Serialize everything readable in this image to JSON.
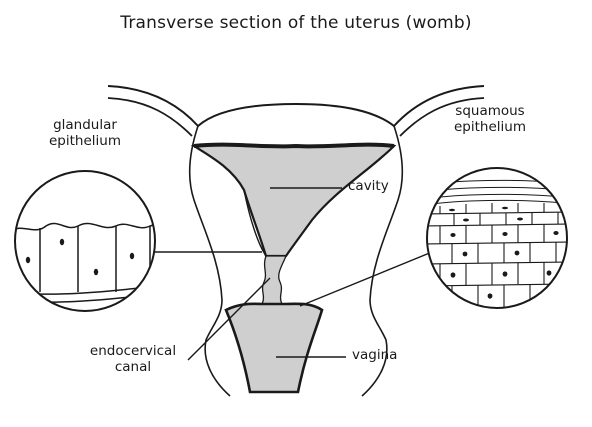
{
  "title": "Transverse section of the uterus (womb)",
  "labels": {
    "glandular_epithelium": [
      "glandular",
      "epithelium"
    ],
    "squamous_epithelium": [
      "squamous",
      "epithelium"
    ],
    "cavity": "cavity",
    "endocervical_canal": [
      "endocervical",
      "canal"
    ],
    "vagina": "vagina"
  },
  "colors": {
    "ink": "#1a1a1a",
    "fill": "#cfcfcf",
    "background": "#ffffff"
  }
}
